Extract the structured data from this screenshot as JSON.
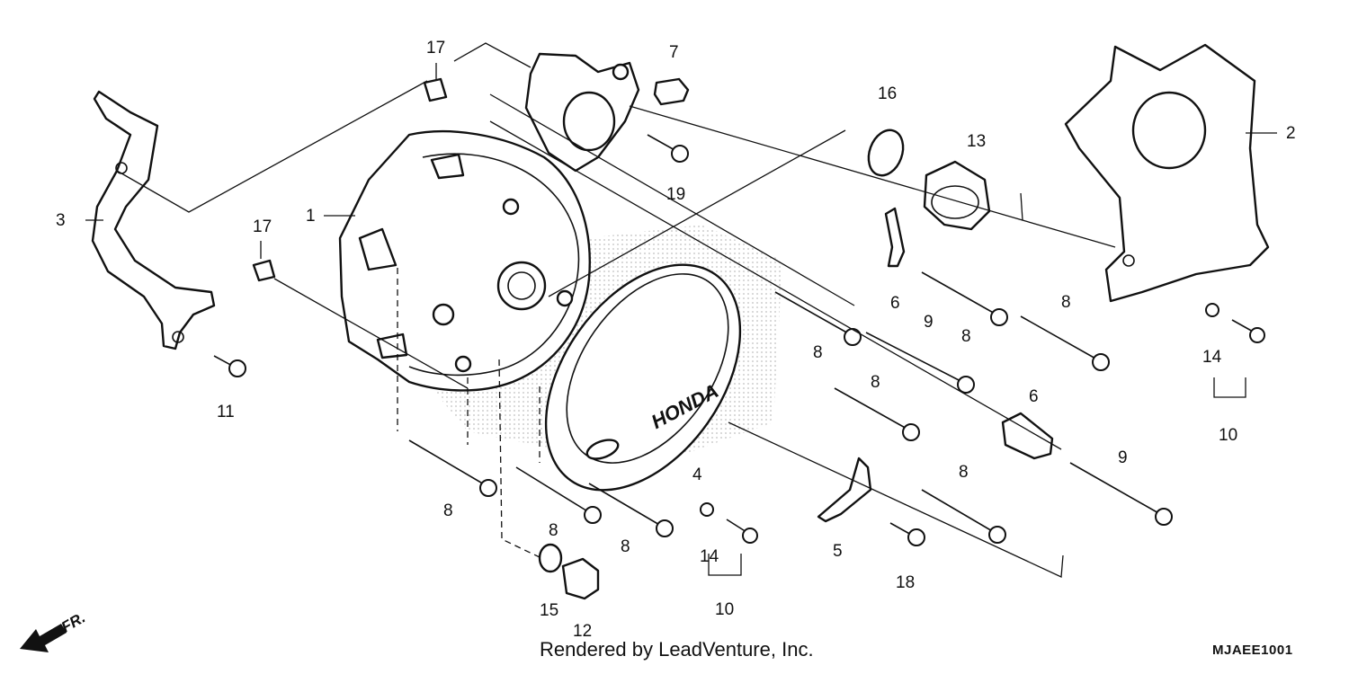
{
  "callouts": [
    "1",
    "2",
    "3",
    "4",
    "5",
    "6",
    "7",
    "8",
    "9",
    "10",
    "11",
    "12",
    "13",
    "14",
    "15",
    "16",
    "17",
    "18",
    "19"
  ],
  "brand_text": "HONDA",
  "direction_label": "FR.",
  "footer": {
    "credit": "Rendered by LeadVenture, Inc.",
    "diagram_code": "MJAEE1001"
  },
  "colors": {
    "ink": "#111111",
    "background": "#ffffff",
    "watermark": "#d8d8d8"
  }
}
